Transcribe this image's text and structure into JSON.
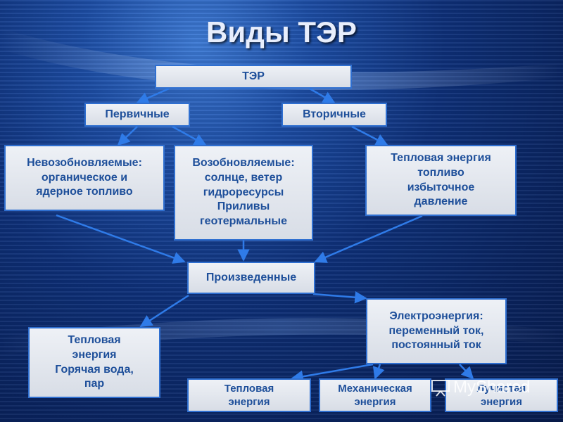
{
  "title": "Виды ТЭР",
  "nodes": {
    "ter": "ТЭР",
    "primary": "Первичные",
    "secondary": "Вторичные",
    "nonrenewable": "Невозобновляемые:\nорганическое и\nядерное топливо",
    "renewable": "Возобновляемые:\nсолнце, ветер\nгидроресурсы\nПриливы\nгеотермальные",
    "secondary_list": "Тепловая энергия\nтопливо\nизбыточное\nдавление",
    "derived": "Произведенные",
    "thermal_hot": "Тепловая\nэнергия\nГорячая вода,\nпар",
    "electric": "Электроэнергия:\nпеременный ток,\nпостоянный ток",
    "thermal": "Тепловая\nэнергия",
    "mechanical": "Механическая\nэнергия",
    "radiant": "Лучистая\nэнергия"
  },
  "watermark": "MyShared"
}
